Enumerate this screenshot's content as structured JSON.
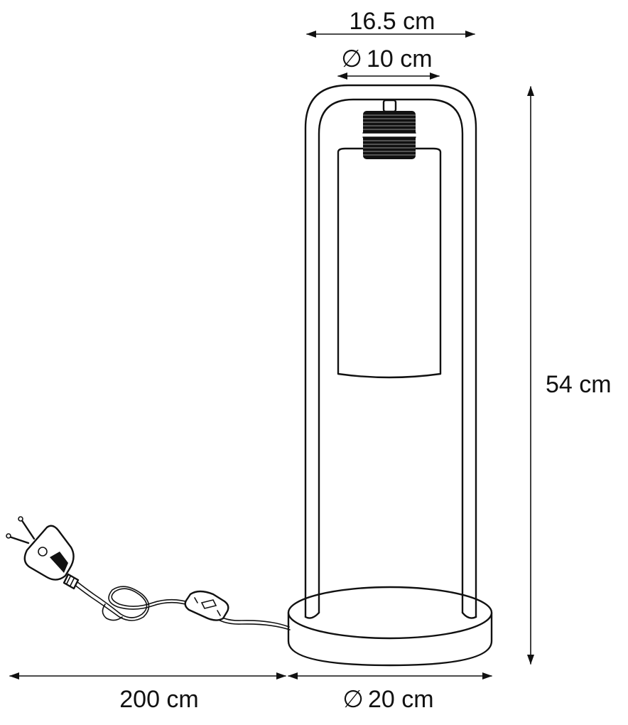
{
  "dimensions": {
    "top_width": "16.5 cm",
    "shade_diameter": "10 cm",
    "height": "54 cm",
    "cord_length": "200 cm",
    "base_diameter": "20 cm",
    "diameter_symbol": "∅"
  },
  "colors": {
    "line": "#111111",
    "background": "#ffffff"
  }
}
